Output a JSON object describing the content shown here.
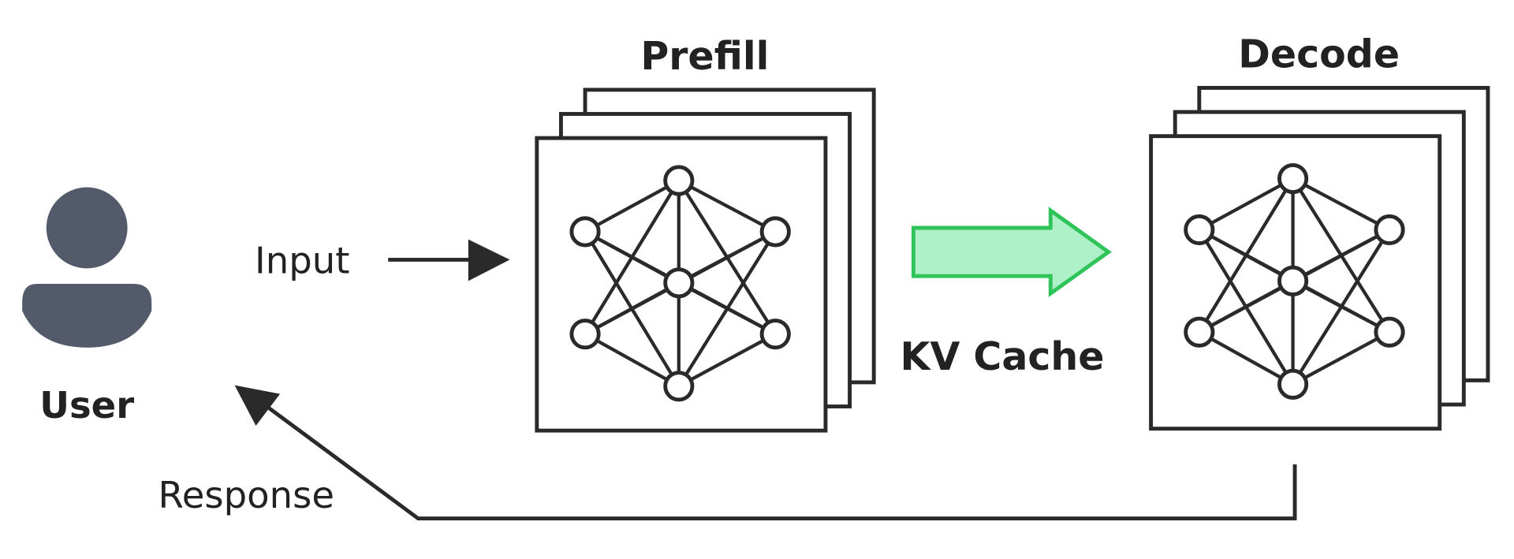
{
  "labels": {
    "user": "User",
    "input": "Input",
    "prefill": "Prefill",
    "decode": "Decode",
    "kv_cache": "KV Cache",
    "response": "Response"
  },
  "colors": {
    "user_icon": "#535a6a",
    "stroke": "#2a2a2a",
    "kv_fill": "#aef0c8",
    "kv_stroke": "#2ec45a"
  },
  "icons": [
    "user-icon",
    "neural-network-icon"
  ]
}
